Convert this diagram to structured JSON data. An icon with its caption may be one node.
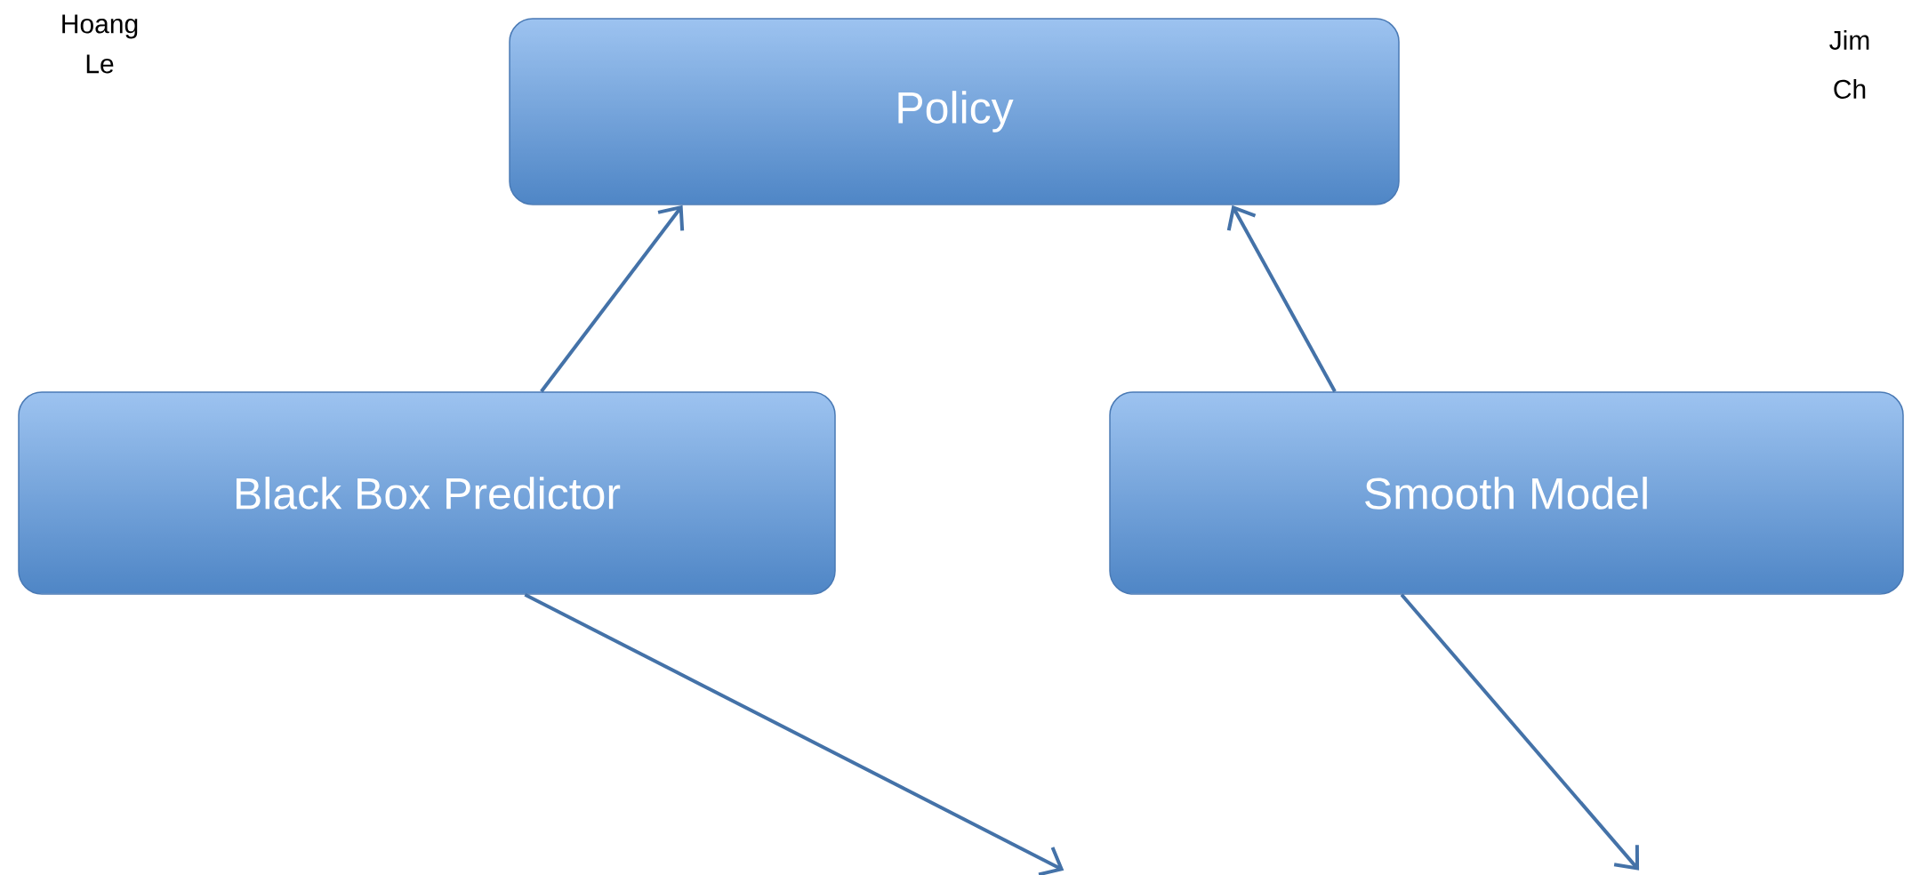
{
  "diagram": {
    "nodes": [
      {
        "text": [
          "Policy"
        ]
      },
      {
        "text": [
          "Black Box Predictor"
        ]
      },
      {
        "text": [
          "Smooth Model"
        ]
      }
    ],
    "edges": [
      {
        "from": 1,
        "to": 0,
        "arrow": "to"
      },
      {
        "from": 2,
        "to": 0,
        "arrow": "to"
      },
      {
        "from": 1,
        "to": null,
        "arrow": "to"
      },
      {
        "from": 2,
        "to": null,
        "arrow": "to"
      }
    ],
    "labels": [
      "Hoang",
      "Le",
      "Jim",
      "Ch"
    ]
  }
}
